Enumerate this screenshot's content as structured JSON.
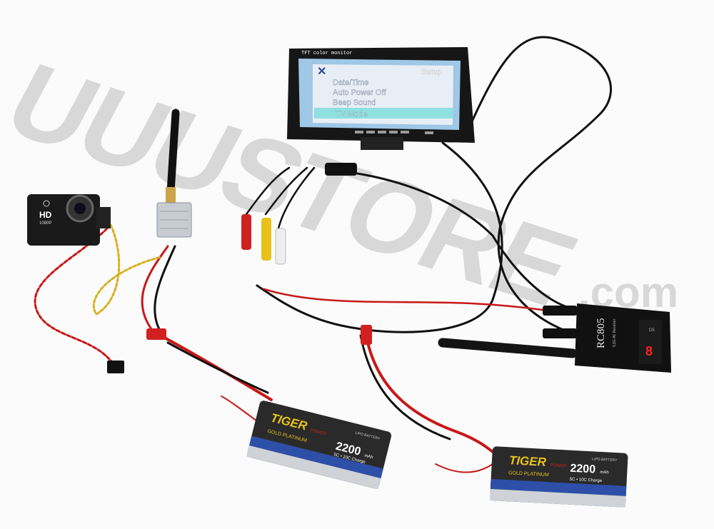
{
  "watermark": {
    "brand": "UUUSTORE",
    "suffix": ".com"
  },
  "monitor": {
    "label": "TFT color monitor",
    "menu_title": "Setup",
    "menu_items": [
      "Date/Time",
      "Auto Power Off",
      "Beep Sound",
      "TV Mode"
    ],
    "selected_index": 3
  },
  "camera": {
    "badge": "HD",
    "resolution": "1080P"
  },
  "receiver": {
    "model": "RC805",
    "subtitle": "5.8G AV Receiver",
    "channel_display": "8",
    "band": "D5"
  },
  "batteries": [
    {
      "brand": "TIGER",
      "sub_brand": "POWER",
      "series": "GOLD PLATINUM",
      "capacity": "2200",
      "unit": "mAh",
      "rating": "5C • 10C Charge",
      "type": "LIPO BATTERY"
    },
    {
      "brand": "TIGER",
      "sub_brand": "POWER",
      "series": "GOLD PLATINUM",
      "capacity": "2200",
      "unit": "mAh",
      "rating": "5C • 10C Charge",
      "type": "LIPO BATTERY"
    }
  ],
  "colors": {
    "background": "#fbfbfb",
    "screen": "#9fc7e6",
    "highlight": "#8fe0e0",
    "cable_red": "#d01818",
    "connector_yellow": "#e8c21a",
    "display_red": "#ff2020"
  }
}
